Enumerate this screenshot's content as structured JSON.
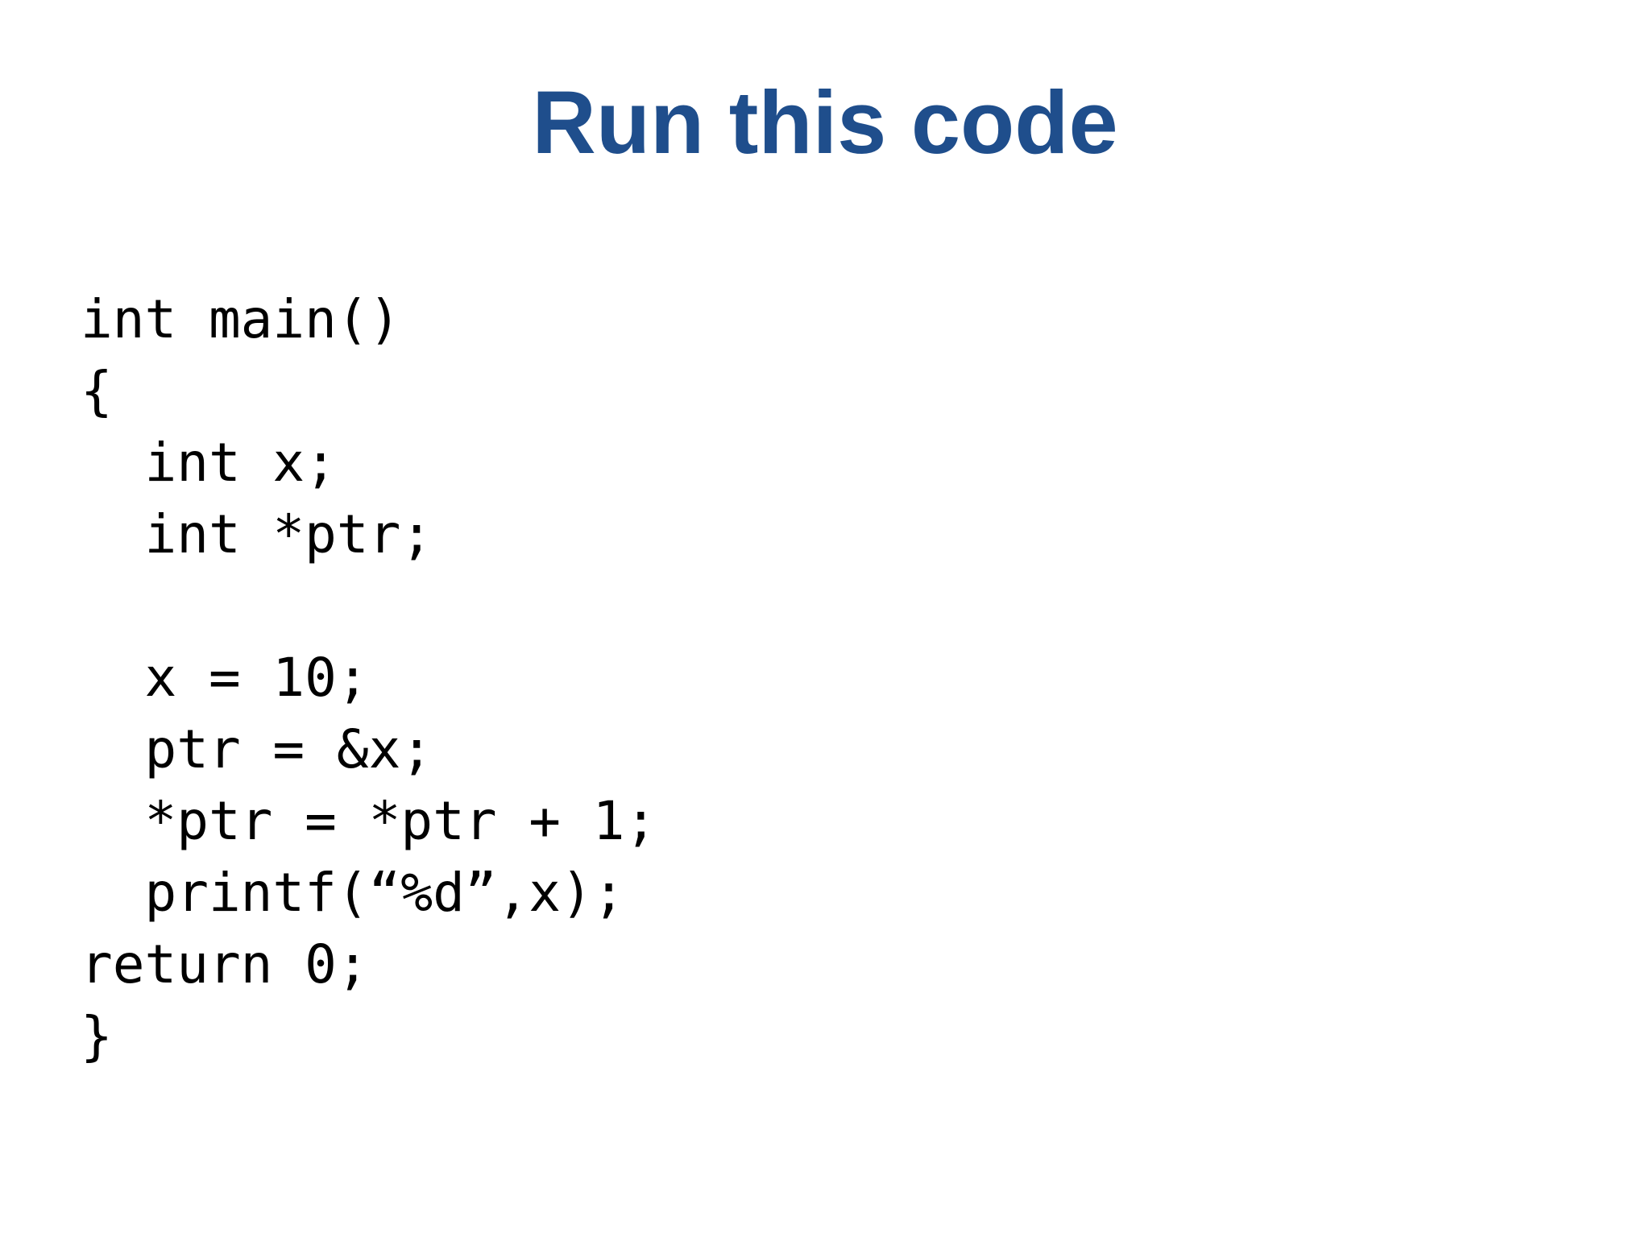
{
  "slide": {
    "title": "Run this code",
    "title_color": "#1F4E8C",
    "background": "#FFFFFF",
    "code_color": "#000000"
  },
  "code": {
    "lines": [
      "int main()",
      "{",
      "  int x;",
      "  int *ptr;",
      "",
      "  x = 10;",
      "  ptr = &x;",
      "  *ptr = *ptr + 1;",
      "  printf(“%d”,x);",
      "return 0;",
      "}"
    ]
  }
}
